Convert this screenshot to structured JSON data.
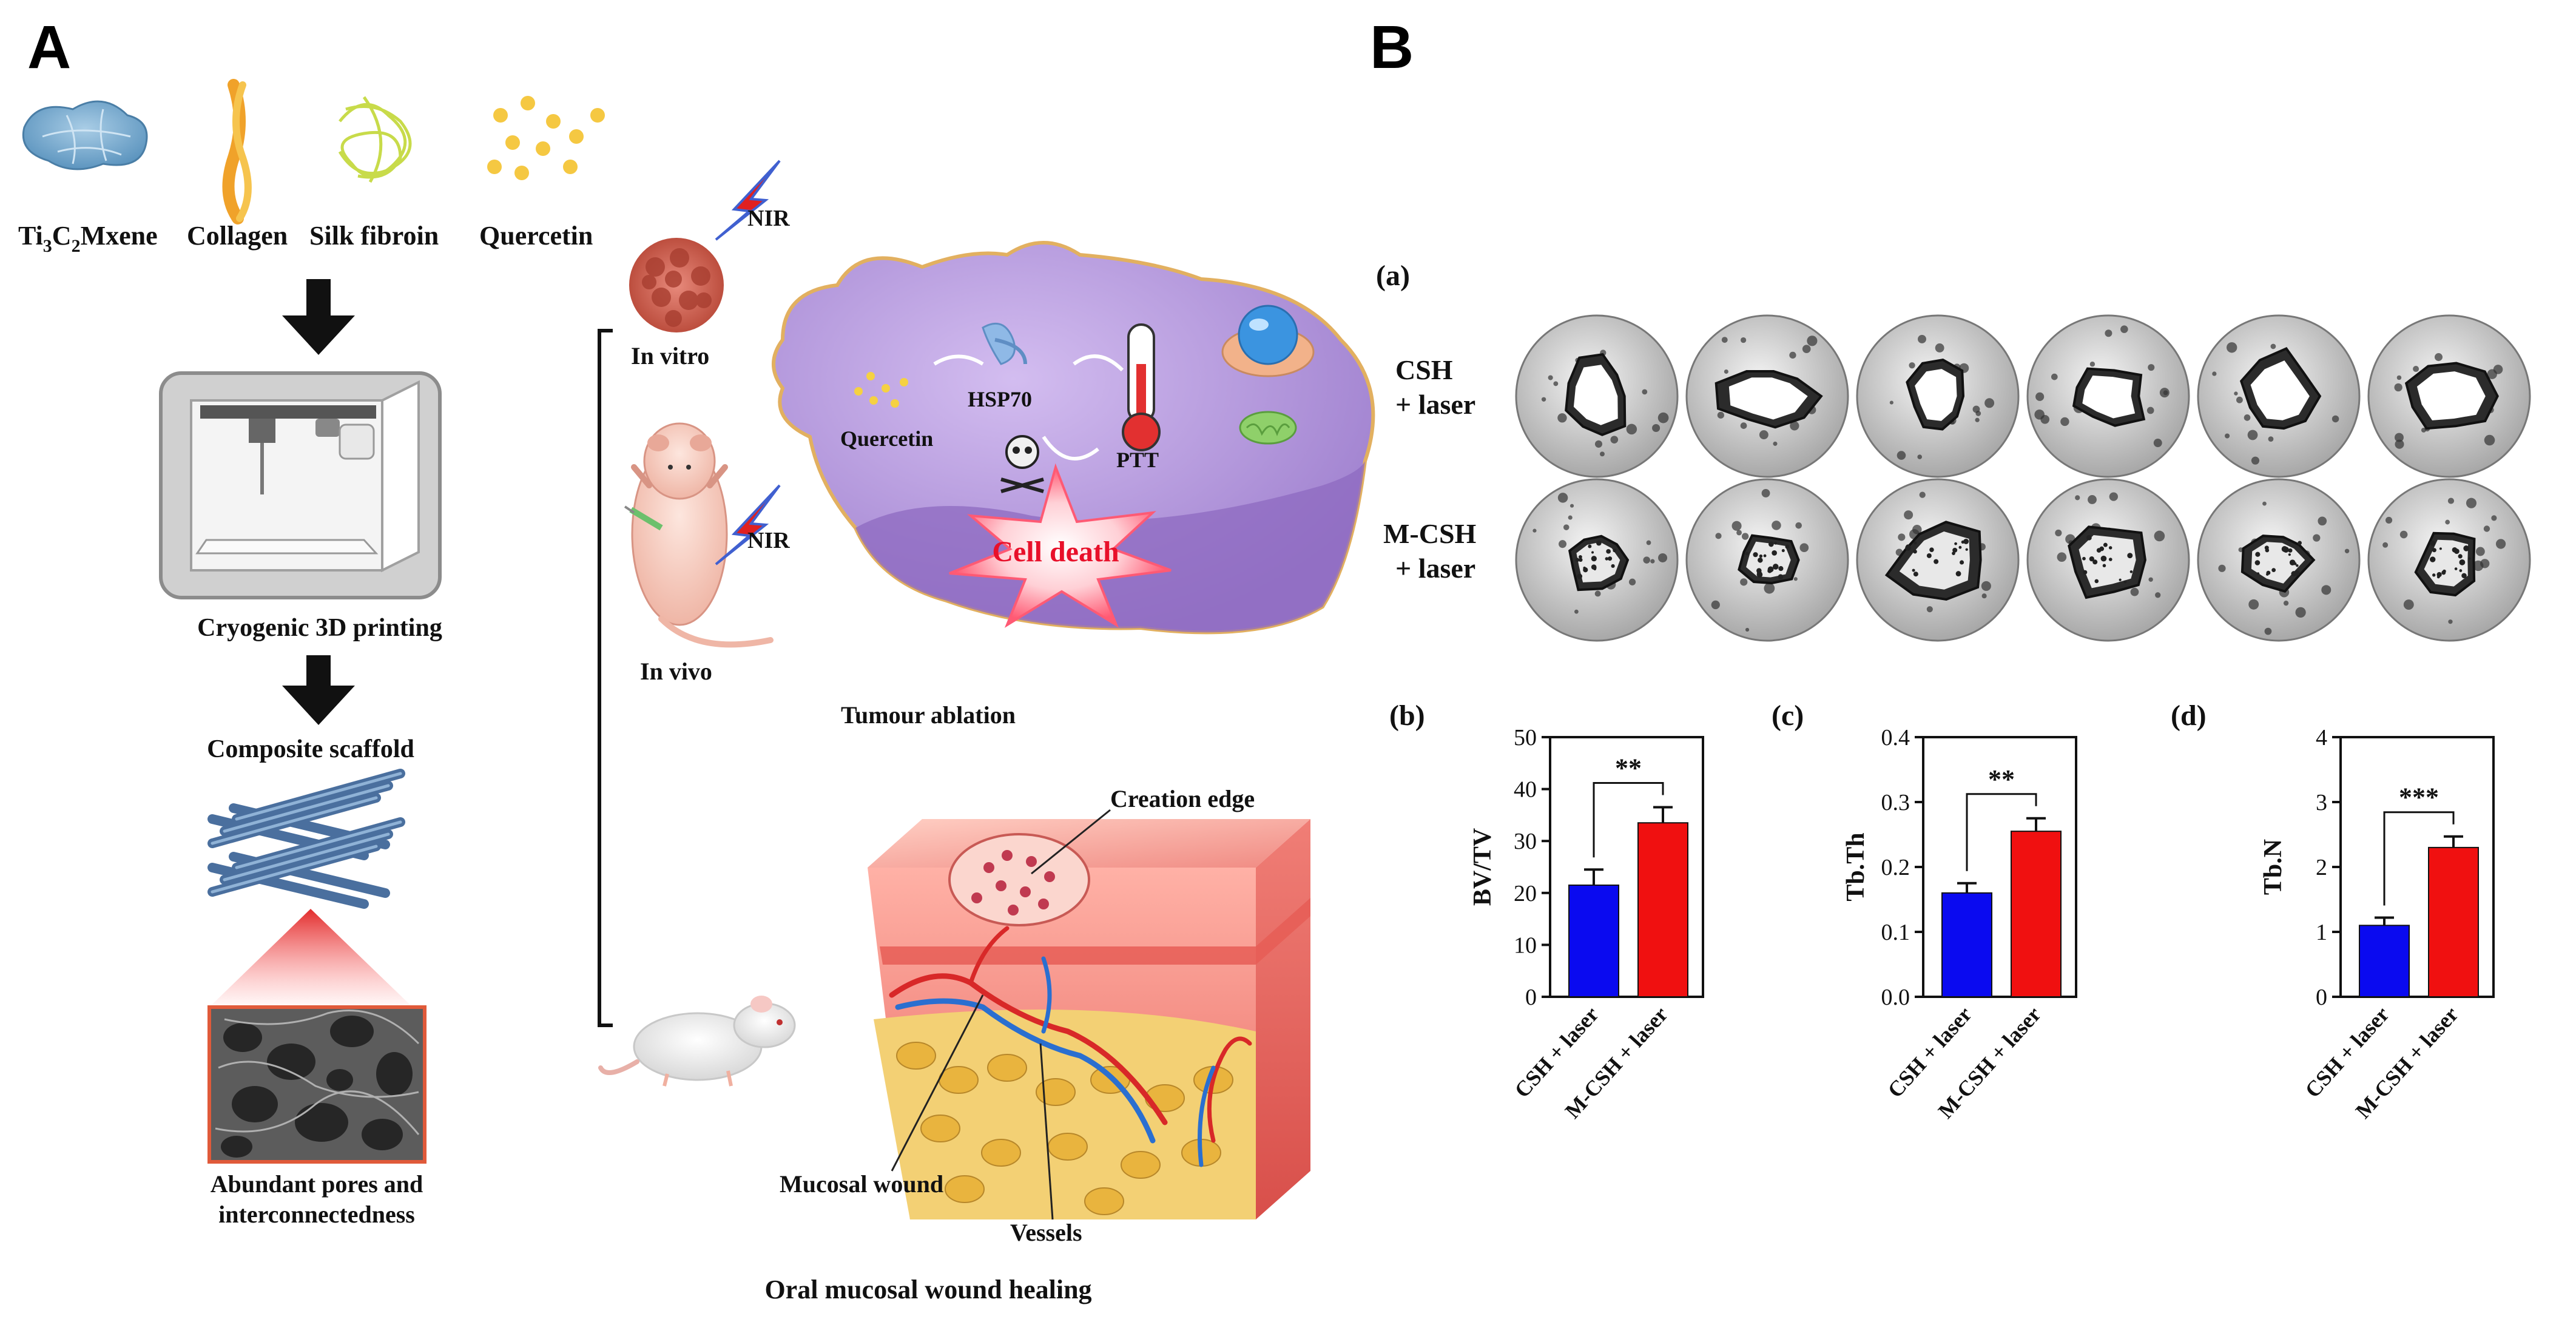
{
  "panelA": {
    "letter": "A",
    "materials": {
      "mxene_base": "Ti",
      "mxene_sub1": "3",
      "mxene_mid": "C",
      "mxene_sub2": "2",
      "mxene_tail": "Mxene",
      "collagen": "Collagen",
      "silk": "Silk fibroin",
      "quercetin": "Quercetin"
    },
    "printing_label": "Cryogenic 3D printing",
    "scaffold_label": "Composite scaffold",
    "pores_line1": "Abundant pores and",
    "pores_line2": "interconnectedness",
    "nir1": "NIR",
    "nir2": "NIR",
    "in_vitro": "In vitro",
    "in_vivo": "In vivo",
    "cell": {
      "hsp70": "HSP70",
      "quercetin": "Quercetin",
      "ptt": "PTT",
      "cell_death": "Cell death"
    },
    "tumour_label": "Tumour ablation",
    "wound": {
      "creation_edge": "Creation edge",
      "mucosal_wound": "Mucosal wound",
      "vessels": "Vessels"
    },
    "oral_label": "Oral mucosal wound healing"
  },
  "panelB": {
    "letter": "B",
    "sub_a": "(a)",
    "row1_line1": "CSH",
    "row1_line2": "+ laser",
    "row2_line1": "M-CSH",
    "row2_line2": "+ laser",
    "colors": {
      "csh": "#0a0af0",
      "mcsh": "#f01010"
    }
  },
  "chart_data": [
    {
      "panel": "(b)",
      "type": "bar",
      "ylabel": "BV/TV",
      "categories": [
        "CSH + laser",
        "M-CSH + laser"
      ],
      "values": [
        21.5,
        33.5
      ],
      "errors": [
        3.0,
        3.0
      ],
      "ylim": [
        0,
        50
      ],
      "yticks": [
        "0",
        "10",
        "20",
        "30",
        "40",
        "50"
      ],
      "significance": "**"
    },
    {
      "panel": "(c)",
      "type": "bar",
      "ylabel": "Tb.Th",
      "categories": [
        "CSH + laser",
        "M-CSH + laser"
      ],
      "values": [
        0.16,
        0.255
      ],
      "errors": [
        0.015,
        0.02
      ],
      "ylim": [
        0,
        0.4
      ],
      "yticks": [
        "0.0",
        "0.1",
        "0.2",
        "0.3",
        "0.4"
      ],
      "significance": "**"
    },
    {
      "panel": "(d)",
      "type": "bar",
      "ylabel": "Tb.N",
      "categories": [
        "CSH + laser",
        "M-CSH + laser"
      ],
      "values": [
        1.1,
        2.3
      ],
      "errors": [
        0.12,
        0.17
      ],
      "ylim": [
        0,
        4
      ],
      "yticks": [
        "0",
        "1",
        "2",
        "3",
        "4"
      ],
      "significance": "***"
    }
  ]
}
